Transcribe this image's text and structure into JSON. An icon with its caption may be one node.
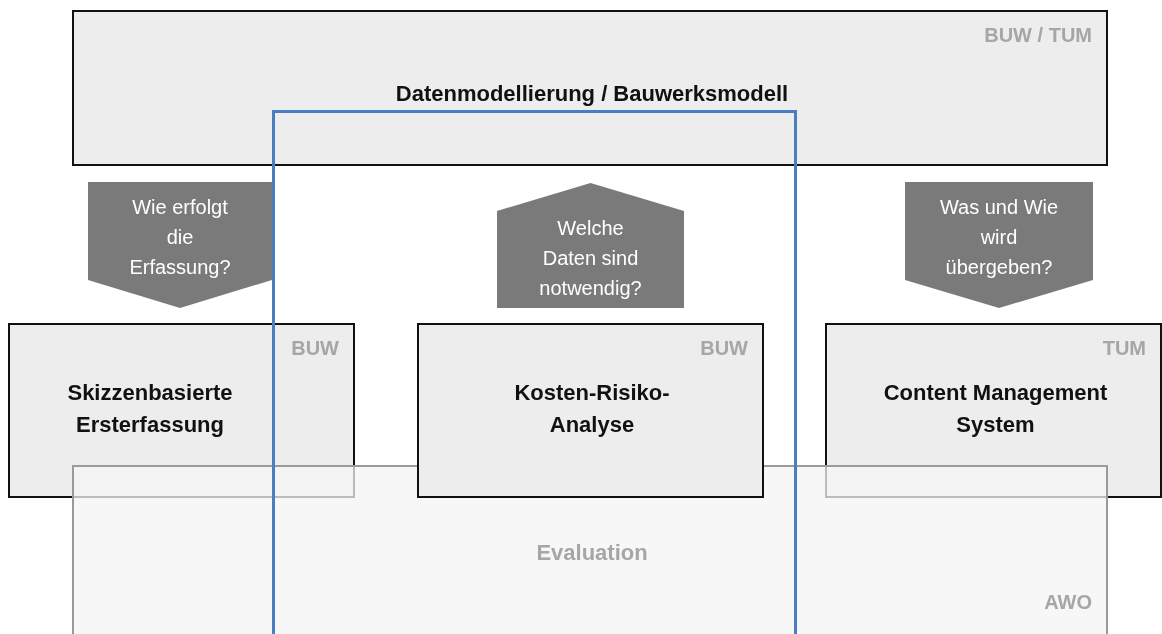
{
  "diagram": {
    "nodes": [
      {
        "text": [
          "BUW / TUM",
          "Datenmodellierung / Bauwerksmodell"
        ]
      },
      {
        "text": [],
        "shape": "box"
      },
      {
        "text": [
          "Wie erfolgt die Erfassung?"
        ]
      },
      {
        "text": [
          "Welche Daten sind notwendig?"
        ],
        "in": 1
      },
      {
        "text": [
          "Was und Wie wird übergeben?"
        ]
      },
      {
        "text": [
          "BUW",
          "Skizzenbasierte Ersterfassung"
        ]
      },
      {
        "text": [
          "BUW",
          "Kosten-Risiko-Analyse"
        ],
        "in": 1
      },
      {
        "text": [
          "TUM",
          "Content Management System"
        ]
      },
      {
        "text": [
          "Evaluation",
          "AWO"
        ]
      }
    ]
  }
}
